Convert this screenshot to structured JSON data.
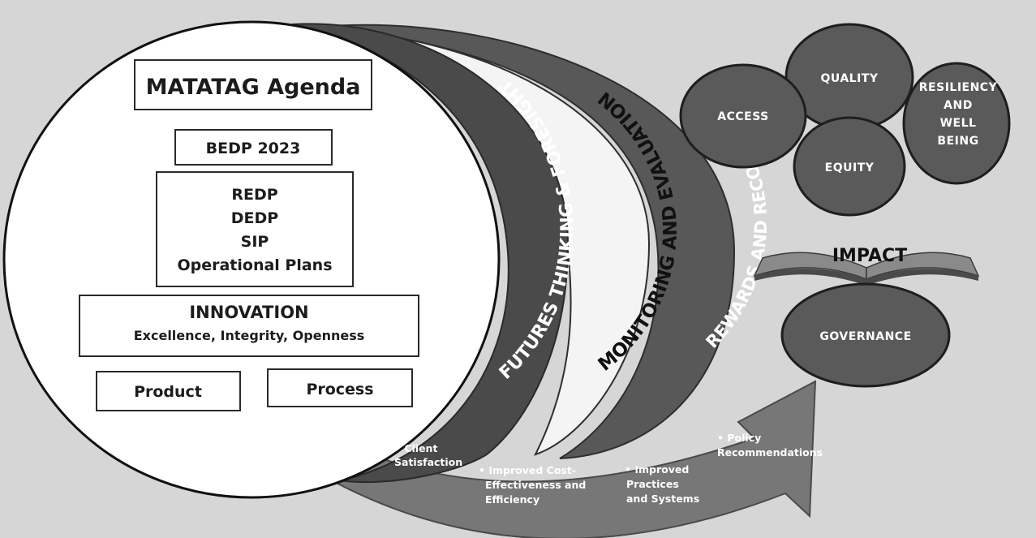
{
  "agenda": {
    "matatag": "MATATAG Agenda",
    "bedp": "BEDP 2023",
    "plans": [
      "REDP",
      "DEDP",
      "SIP",
      "Operational Plans"
    ],
    "innovation_title": "INNOVATION",
    "innovation_values": "Excellence, Integrity, Openness",
    "product": "Product",
    "process": "Process"
  },
  "arcs": {
    "futures": "FUTURES THINKING & FORESIGHT",
    "monitoring": "MONITORING AND EVALUATION",
    "rewards": "REWARDS AND RECOGNITION"
  },
  "outcomes": {
    "client_1": "• Client",
    "client_2": "Satisfaction",
    "cost_1": "• Improved Cost-",
    "cost_2": "Effectiveness and",
    "cost_3": "Efficiency",
    "practices_1": "• Improved",
    "practices_2": "Practices",
    "practices_3": "and Systems",
    "policy_1": "• Policy",
    "policy_2": "Recommendations"
  },
  "impact": {
    "label": "IMPACT",
    "quality": "QUALITY",
    "access": "ACCESS",
    "resiliency_1": "RESILIENCY",
    "resiliency_2": "AND",
    "resiliency_3": "WELL",
    "resiliency_4": "BEING",
    "equity": "EQUITY",
    "governance": "GOVERNANCE"
  },
  "colors": {
    "arc_dark": "#4a4a4a",
    "oval": "#5a5a5a",
    "arrow": "#777777",
    "background": "#d6d6d6"
  },
  "icons": {
    "book": "open-book-icon"
  }
}
